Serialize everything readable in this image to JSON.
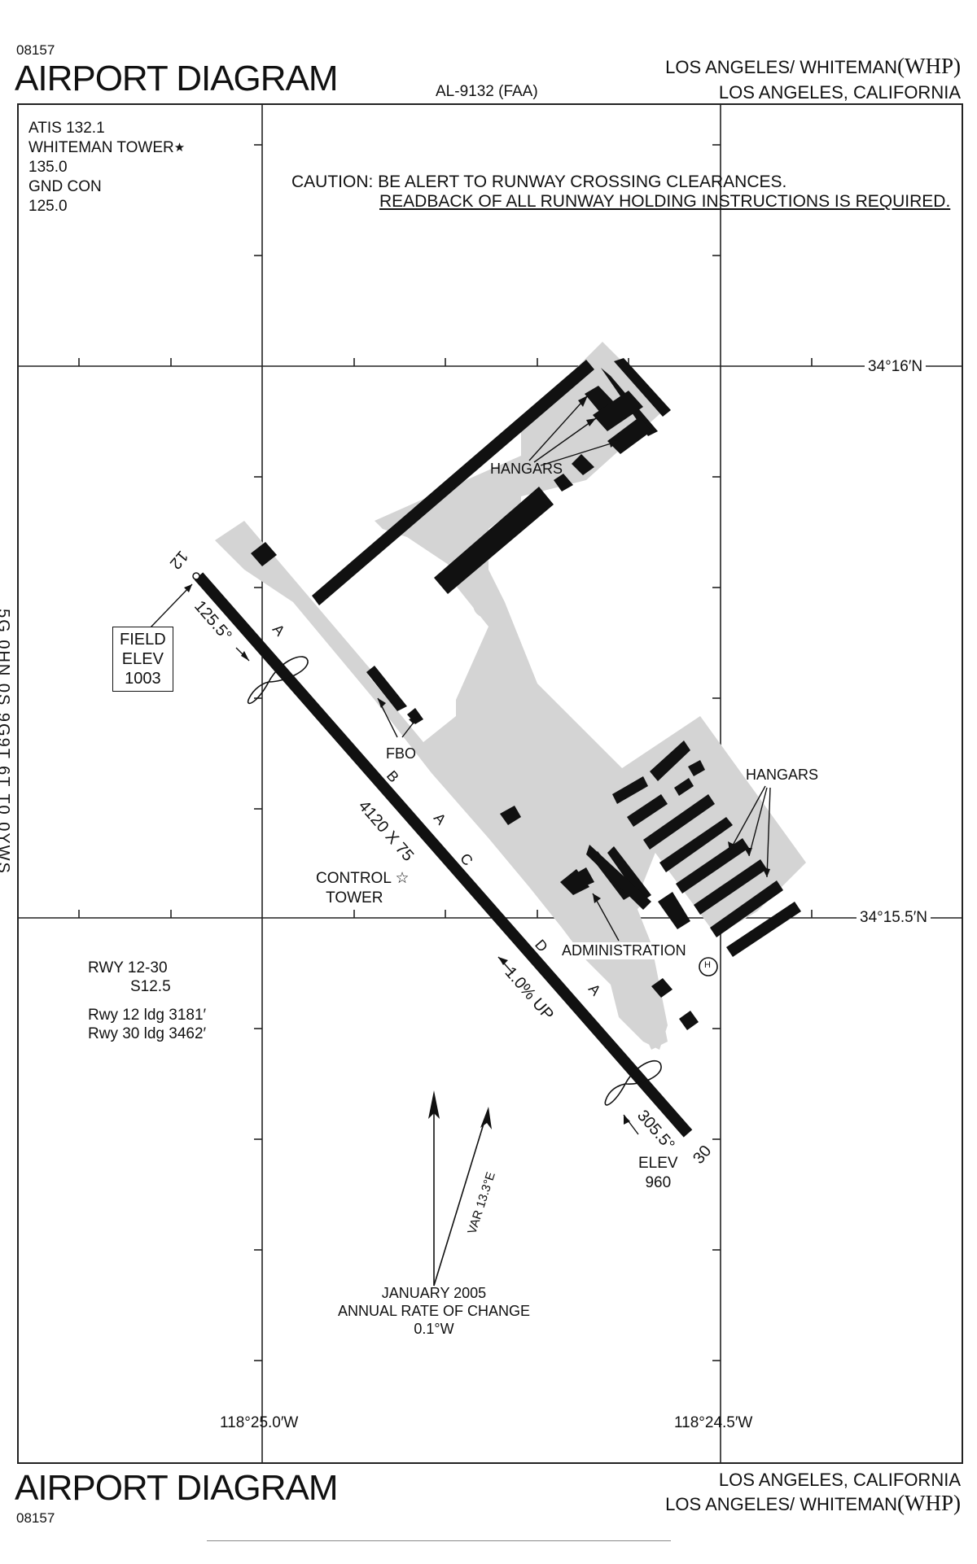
{
  "header": {
    "chart_number": "08157",
    "title": "AIRPORT DIAGRAM",
    "doc_id": "AL-9132 (FAA)",
    "airport_name": "LOS ANGELES/ WHITEMAN",
    "airport_code": "(WHP)",
    "city_state": "LOS ANGELES, CALIFORNIA"
  },
  "frequencies": {
    "atis": "ATIS 132.1",
    "tower_label": "WHITEMAN TOWER",
    "tower_freq": "135.0",
    "ground_label": "GND CON",
    "ground_freq": "125.0",
    "tower_symbol": "★"
  },
  "caution": {
    "line1": "CAUTION: BE ALERT TO RUNWAY CROSSING CLEARANCES.",
    "line2": "READBACK OF ALL RUNWAY HOLDING INSTRUCTIONS IS REQUIRED."
  },
  "coordinates": {
    "lat_top": "34°16′N",
    "lat_bottom": "34°15.5′N",
    "lon_left": "118°25.0′W",
    "lon_right": "118°24.5′W"
  },
  "runway": {
    "end_12": "12",
    "end_30": "30",
    "heading_12": "125.5°",
    "heading_30": "305.5°",
    "dimensions": "4120 X 75",
    "slope": "1.0% UP",
    "field_elev_label_1": "FIELD",
    "field_elev_label_2": "ELEV",
    "field_elev_value": "1003",
    "end_elev_label": "ELEV",
    "end_elev_value": "960"
  },
  "taxiways": {
    "a1": "A",
    "b": "B",
    "a2": "A",
    "c": "C",
    "d": "D",
    "a3": "A"
  },
  "facilities": {
    "hangars_north": "HANGARS",
    "hangars_east": "HANGARS",
    "fbo": "FBO",
    "control_tower_1": "CONTROL",
    "control_tower_2": "TOWER",
    "control_tower_symbol": "☆",
    "administration": "ADMINISTRATION",
    "heliport_symbol": "H"
  },
  "runway_info": {
    "rwy": "RWY 12-30",
    "strength": "S12.5",
    "rwy12_ldg": "Rwy 12 ldg 3181′",
    "rwy30_ldg": "Rwy 30 ldg 3462′"
  },
  "magnetic": {
    "variation": "VAR 13.3°E",
    "date": "JANUARY 2005",
    "rate_label": "ANNUAL RATE OF CHANGE",
    "rate": "0.1°W"
  },
  "side_margin": {
    "text": "5G 0HN 0S 9G9T 6T T0 0YWS"
  },
  "colors": {
    "pavement": "#d4d4d4",
    "structure": "#111111",
    "line": "#222222"
  }
}
